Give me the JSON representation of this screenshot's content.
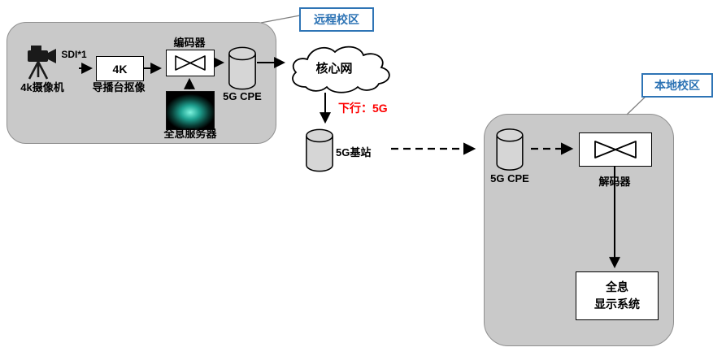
{
  "remote_campus": {
    "tag": "远程校区",
    "camera_label": "4k摄像机",
    "sdi_label": "SDI*1",
    "resolution_label": "4K",
    "keying_label": "导播台抠像",
    "encoder_label": "编码器",
    "holo_server_label": "全息服务器",
    "cpe_label": "5G CPE"
  },
  "network": {
    "core_label": "核心网",
    "downlink_label": "下行：5G",
    "base_station_label": "5G基站"
  },
  "local_campus": {
    "tag": "本地校区",
    "cpe_label": "5G CPE",
    "decoder_label": "解码器",
    "display_system_line1": "全息",
    "display_system_line2": "显示系统"
  },
  "colors": {
    "campus_bg": "#c9c9c9",
    "label_blue": "#2e74b5",
    "downlink_red": "#fe0000",
    "hologram_teal": "#2bc4b0",
    "arrow_black": "#000000"
  }
}
